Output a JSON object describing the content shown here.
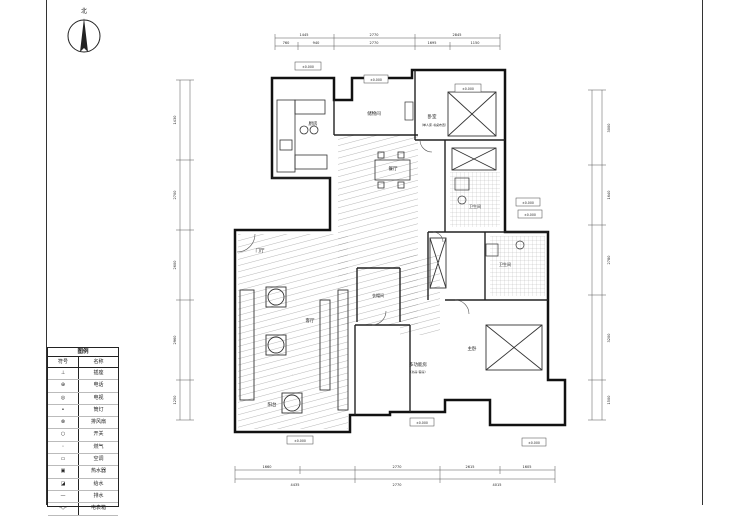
{
  "north": {
    "label": "北"
  },
  "rooms": {
    "kitchen": "厨房",
    "bedroom_top": "卧室",
    "bedroom_note": "（单人床·书桌布置）",
    "dining": "餐厅",
    "storage": "储物间",
    "bath1": "卫生间",
    "bath2": "卫生间",
    "living": "客厅",
    "entry": "门厅",
    "balcony": "阳台",
    "study": "多功能房",
    "study_note": "（书房·客房）",
    "master": "主卧",
    "closet": "衣帽间"
  },
  "dimensions": {
    "top_row1": [
      "1445",
      "2770",
      "2845"
    ],
    "top_row2": [
      "760",
      "940",
      "2770",
      "1695",
      "1150"
    ],
    "bottom_row1": [
      "1660",
      "2770",
      "2615",
      "1605"
    ],
    "bottom_row2": [
      "4435",
      "2770",
      "4015"
    ],
    "left": [
      "1430",
      "2700",
      "2600",
      "2960",
      "1250"
    ],
    "right": [
      "3000",
      "1640",
      "2780",
      "3200",
      "1500"
    ]
  },
  "level_tags": [
    "±0.000",
    "±0.000",
    "±0.000",
    "±0.000",
    "±0.000",
    "±0.000",
    "±0.000",
    "±0.000"
  ],
  "legend": {
    "title": "图例",
    "col_symbol": "符号",
    "col_name": "名称",
    "items": [
      {
        "icon": "plug-icon",
        "name": "插座"
      },
      {
        "icon": "phone-icon",
        "name": "电话"
      },
      {
        "icon": "tv-icon",
        "name": "电视"
      },
      {
        "icon": "light-icon",
        "name": "筒灯"
      },
      {
        "icon": "fan-icon",
        "name": "排风扇"
      },
      {
        "icon": "switch-icon",
        "name": "开关"
      },
      {
        "icon": "gas-icon",
        "name": "燃气"
      },
      {
        "icon": "ac-icon",
        "name": "空调"
      },
      {
        "icon": "heater-icon",
        "name": "热水器"
      },
      {
        "icon": "water-icon",
        "name": "给水"
      },
      {
        "icon": "drain-icon",
        "name": "排水"
      },
      {
        "icon": "meter-icon",
        "name": "电表箱"
      }
    ]
  }
}
